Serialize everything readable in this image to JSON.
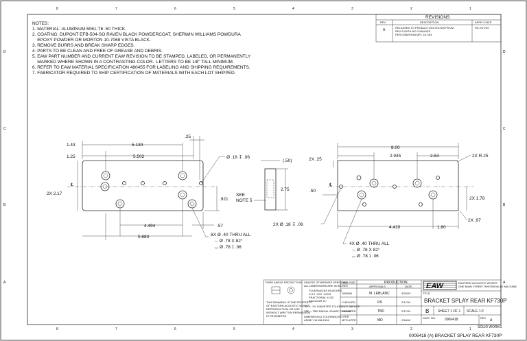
{
  "zones": {
    "top": [
      "8",
      "7",
      "6",
      "5",
      "4",
      "3",
      "2",
      "1"
    ],
    "bottom": [
      "8",
      "7",
      "6",
      "5",
      "4",
      "3",
      "2",
      "1"
    ],
    "left": [
      "D",
      "C",
      "B",
      "A"
    ],
    "right": [
      "D",
      "C",
      "B",
      "A"
    ]
  },
  "notes": {
    "title": "NOTES:",
    "items": [
      "1. MATERIAL: ALUMINUM 6061-T6 .50 THICK.",
      "2. COATING: DUPONT EFB-504-SO RAVEN BLACK POWDERCOAT, SHERWIN WILLIAMS POWDURA",
      "    EPOXY POWDER OR MORTON 10-7068 VISTA BLACK.",
      "3. REMOVE BURRS AND BREAK SHARP EDGES.",
      "4. PARTS TO BE CLEAN AND FREE OF GREASE AND DEBRIS.",
      "5. EAW PART NUMBER AND CURRENT EAW REVISION TO BE STAMPED, LABELED, OR PERMANENTLY",
      "    MARKED WHERE SHOWN IN A CONTRASTING COLOR.  LETTERS TO BE 1/8\" TALL MINIMUM.",
      "6. REFER TO EAW MATERIAL SPECIFICATION 480455 FOR LABELING AND SHIPPING REQUIREMENTS.",
      "7. FABRICATOR REQUIRED TO SHIP CERTIFICATION OF MATERIALS WITH EACH LOT SHIPPED."
    ]
  },
  "revisions": {
    "title": "REVISIONS",
    "headers": [
      "REV",
      "DESCRIPTION",
      "APPR / DATE"
    ],
    "rows": [
      {
        "rev": "A",
        "desc": [
          "RELEASED TO PRODUCTION STATUS FROM",
          "REV B WITH NO CHANGES.",
          "PER DSB#VR48 MPL 2/17/04"
        ],
        "appr": "RS 2/17/04"
      }
    ]
  },
  "left_view": {
    "dims": {
      "d143": "1.43",
      "d125": "1.25",
      "d5139": "5.139",
      "d5502": "5.502",
      "d25": ".25",
      "hole18": "Ø .18 ↧ .06",
      "d2x217": "2X 2.17",
      "d921": ".921",
      "d4494": "4.494",
      "d57": ".57",
      "d5683": "5.683",
      "hole40a": "6X Ø .40 THRU ALL",
      "csk78a": "⌵ Ø .78 X 82°",
      "cb78a": "⌴ Ø .78 ↧ .06",
      "cl": "℄"
    }
  },
  "side_view": {
    "d50": "(.50)",
    "d275": "2.75",
    "see1": "SEE",
    "see2": "NOTE 5"
  },
  "right_view": {
    "dims": {
      "d800": "8.00",
      "d2945": "2.945",
      "d253": "2.53",
      "d2xr25": "2X R.25",
      "d2x25": "2X .25",
      "d50": ".50",
      "d2x178": "2X 1.78",
      "d2x97": "2X .97",
      "d4410": "4.410",
      "d180": "1.80",
      "hole18": "2X Ø .18 ↧ .06",
      "hole40b": "4X Ø .40 THRU ALL",
      "csk78b": "⌵ Ø .78 X 82°",
      "cb78b": "⌴ Ø .78 ↧ .06",
      "cl": "℄"
    }
  },
  "title_block": {
    "third_angle": "THIRD ANGLE PROJECTION",
    "tol_header": [
      "UNLESS OTHERWISE SPECIFIED",
      "ALL DIMENSIONS ARE IN INCHES"
    ],
    "tol_lines": [
      "TOLERANCES IN INCHES",
      "X.XX   .XXX   .XXXX",
      "FRACTIONAL ±1/32",
      "ANGULAR ±1°"
    ],
    "tol_notes": [
      ".XX = .XX DIAMETER TOLERANCE IMPLIED",
      "TBD = TBD RADIAL SHARP CORNER"
    ],
    "tol_notes2": [
      "DIMENSION & TOLERANCING PER",
      "ASME Y14.5M-1994"
    ],
    "prop_text": [
      "THIS DRAWING IS THE PROPERTY",
      "OF EASTERN ACOUSTIC WORKS",
      "REPRODUCTION OR USE",
      "WITHOUT WRITTEN PERMISSION",
      "IS PROHIBITED"
    ],
    "dwg_size": "DWG SIZE",
    "status": "PRODUCTION",
    "approvals": "APPROVALS",
    "date_h": "DATE",
    "rows": [
      {
        "role": "DRAWN",
        "name": "M. LEBLANC",
        "date": "3/25/03"
      },
      {
        "role": "CHECKED",
        "name": "RS",
        "date": "2/17/04"
      },
      {
        "role": "ENG APPR",
        "name": "TBD",
        "date": "2/17/04"
      },
      {
        "role": "MFG APPR",
        "name": "MD",
        "date": "2/18/04"
      }
    ],
    "company": "EASTERN ACOUSTIC WORKS",
    "company_sub": "ONE MAIN STREET WHITINSVILLE MA 01588",
    "logo": "EAW",
    "title_h": "TITLE",
    "title": "BRACKET SPLAY REAR KF730P",
    "size": "B",
    "sheet": "SHEET 1 OF 1",
    "scale": "SCALE 1:2",
    "dwg_no_h": "DWG. NO.",
    "dwg_no": "0006418",
    "rev_h": "REV",
    "rev": "A",
    "sw": "SOLID WORKS",
    "footer": "0006418 (A) BRACKET SPLAY REAR KF730P"
  }
}
